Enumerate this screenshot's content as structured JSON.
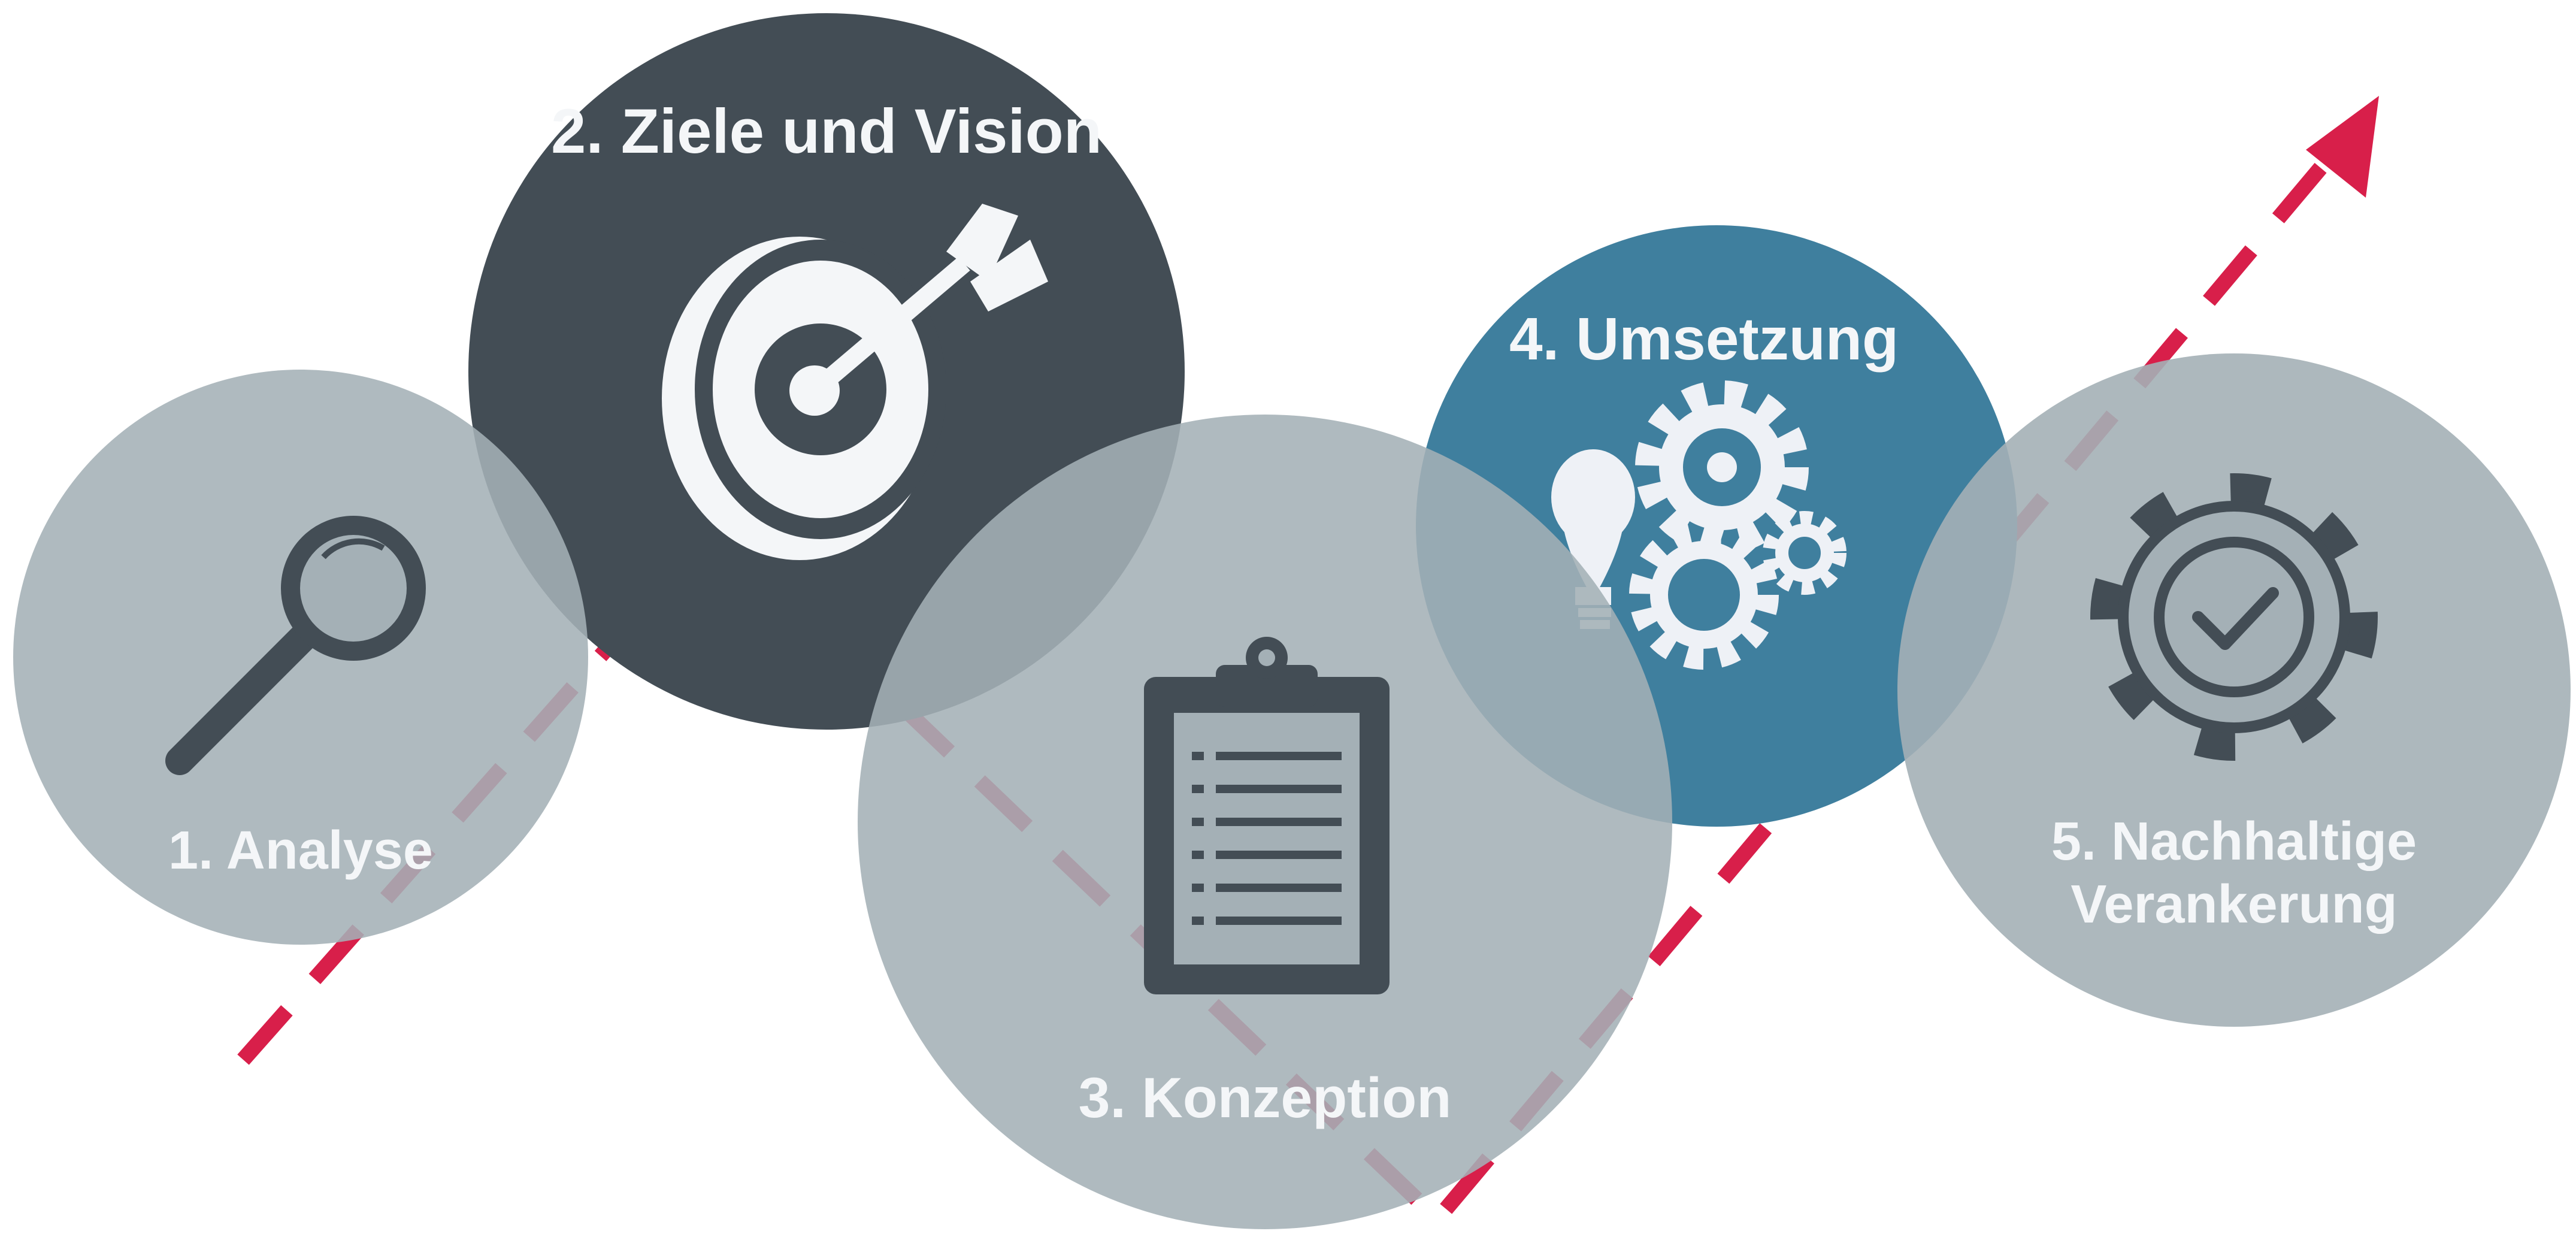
{
  "steps": [
    {
      "label": "1. Analyse",
      "icon": "magnifier-icon",
      "color": "#a4b0b6"
    },
    {
      "label": "2. Ziele und Vision",
      "icon": "target-arrow-icon",
      "color": "#434d55"
    },
    {
      "label": "3. Konzeption",
      "icon": "clipboard-checklist-icon",
      "color": "#a4b0b6"
    },
    {
      "label": "4. Umsetzung",
      "icon": "lightbulb-gears-icon",
      "color": "#3f7f9e"
    },
    {
      "label_line1": "5. Nachhaltige",
      "label_line2": "Verankerung",
      "icon": "gear-check-icon",
      "color": "#a4b0b6"
    }
  ],
  "arrow": {
    "style": "dashed",
    "color": "#d81f4a",
    "icon": "trend-arrow-icon"
  }
}
